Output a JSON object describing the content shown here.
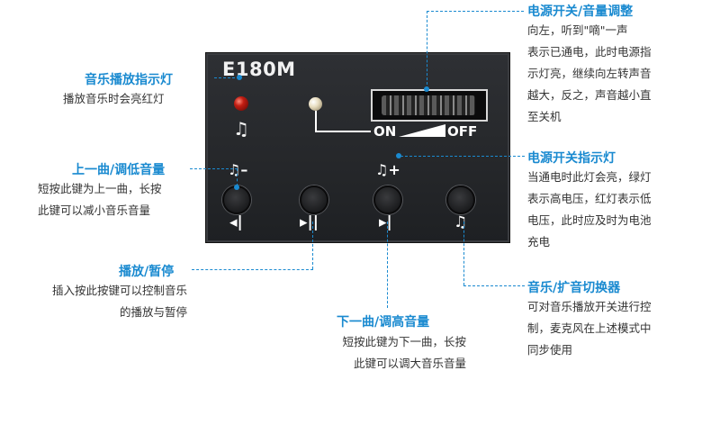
{
  "panel": {
    "model": "E180M",
    "on_label": "ON",
    "off_label": "OFF",
    "button_top_left_label": "♫–",
    "button_top_mid_label": "♫+",
    "symbols": {
      "prev": "◂|",
      "play_pause": "▸||",
      "next": "▸|",
      "music_switch": "♫",
      "music_note_led": "♫"
    }
  },
  "annotations": {
    "power_volume": {
      "title": "电源开关/音量调整",
      "lines": [
        "向左，听到\"嘀\"一声",
        "表示已通电，此时电源指",
        "示灯亮，继续向左转声音",
        "越大，反之，声音越小直",
        "至关机"
      ]
    },
    "music_indicator": {
      "title": "音乐播放指示灯",
      "lines": [
        "播放音乐时会亮红灯"
      ]
    },
    "power_indicator": {
      "title": "电源开关指示灯",
      "lines": [
        "当通电时此灯会亮，绿灯",
        "表示高电压，红灯表示低",
        "电压，此时应及时为电池",
        "充电"
      ]
    },
    "prev_volume_down": {
      "title": "上一曲/调低音量",
      "lines": [
        "短按此键为上一曲，长按",
        "此键可以减小音乐音量"
      ]
    },
    "play_pause": {
      "title": "播放/暂停",
      "lines": [
        "插入按此按键可以控制音乐",
        "的播放与暂停"
      ]
    },
    "next_volume_up": {
      "title": "下一曲/调高音量",
      "lines": [
        "短按此键为下一曲，长按",
        "此键可以调大音乐音量"
      ]
    },
    "music_amp_switch": {
      "title": "音乐/扩音切换器",
      "lines": [
        "可对音乐播放开关进行控",
        "制，麦克风在上述模式中",
        "同步使用"
      ]
    }
  },
  "colors": {
    "accent": "#1a8ad0",
    "panel": "#2a2c2f"
  }
}
